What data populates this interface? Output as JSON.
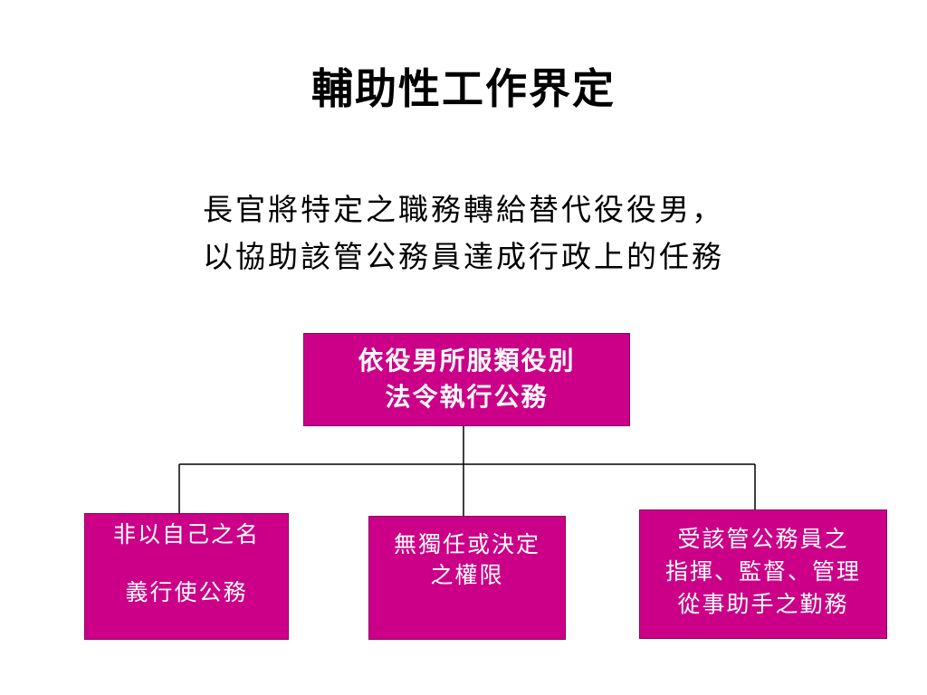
{
  "title": "輔助性工作界定",
  "subtitle": {
    "line1": "長官將特定之職務轉給替代役役男，",
    "line2": "以協助該管公務員達成行政上的任務"
  },
  "root": {
    "line1": "依役男所服類役別",
    "line2": "法令執行公務"
  },
  "children": [
    {
      "line1": "非以自己之名",
      "line2": "義行使公務"
    },
    {
      "line1": "無獨任或決定",
      "line2": "之權限"
    },
    {
      "line1": "受該管公務員之",
      "line2": "指揮、監督、管理",
      "line3": "從事助手之勤務"
    }
  ],
  "colors": {
    "box_fill": "#cc0088",
    "box_text": "#ffffff",
    "connector": "#000000"
  }
}
